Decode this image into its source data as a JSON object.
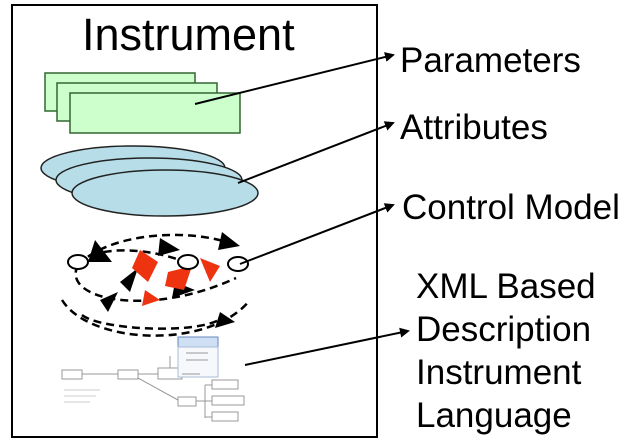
{
  "title": "Instrument",
  "labels": {
    "parameters": "Parameters",
    "attributes": "Attributes",
    "control_model": "Control Model",
    "xml_lines": [
      "XML Based",
      "Description",
      "Instrument",
      "Language"
    ]
  },
  "colors": {
    "parameters_fill": "#ccffcc",
    "parameters_stroke": "#336633",
    "attributes_fill": "#b7dde8",
    "attributes_stroke": "#222222",
    "control_accent": "#ee3311",
    "line": "#000000"
  }
}
